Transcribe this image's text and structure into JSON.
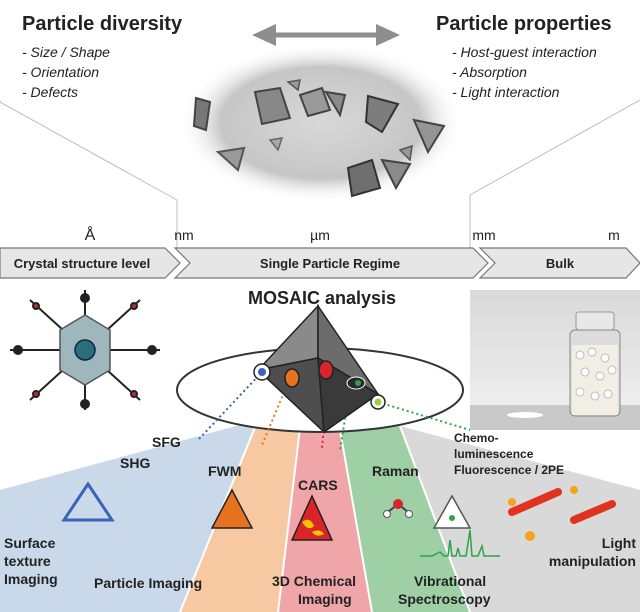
{
  "colors": {
    "blue_panel": "#c9d9ea",
    "orange_panel": "#f7c9a3",
    "pink_panel": "#f0a5a8",
    "green_panel": "#9fd0a5",
    "gray_panel": "#d9d9d9",
    "arrow_band": "#e6e6e6",
    "dot_blue": "#3a63b8",
    "dot_orange": "#e8731e",
    "dot_red": "#d9252a",
    "dot_green": "#2ea34a"
  },
  "header": {
    "left": {
      "title": "Particle diversity",
      "items": [
        "- Size / Shape",
        "- Orientation",
        "- Defects"
      ]
    },
    "right": {
      "title": "Particle properties",
      "items": [
        "- Host-guest interaction",
        "- Absorption",
        "- Light interaction"
      ]
    }
  },
  "scale": {
    "ticks": [
      "Å",
      "nm",
      "µm",
      "mm",
      "m"
    ],
    "bands": [
      "Crystal structure level",
      "Single Particle Regime",
      "Bulk"
    ]
  },
  "center": {
    "title": "MOSAIC analysis"
  },
  "techniques": {
    "sfg": "SFG",
    "shg": "SHG",
    "fwm": "FWM",
    "cars": "CARS",
    "raman": "Raman",
    "chemo": [
      "Chemo-",
      "luminescence",
      "Fluorescence / 2PE"
    ]
  },
  "applications": {
    "surface": [
      "Surface",
      "texture",
      "Imaging"
    ],
    "particle": "Particle Imaging",
    "chemical": [
      "3D Chemical",
      "Imaging"
    ],
    "vibrational": [
      "Vibrational",
      "Spectroscopy"
    ],
    "light": [
      "Light",
      "manipulation"
    ]
  },
  "icons": [
    "double-arrow-icon",
    "mof-structure-icon",
    "octahedron-icon",
    "vial-icon",
    "triangle-icon",
    "molecule-icon",
    "spectrum-icon",
    "rod-particles-icon"
  ]
}
